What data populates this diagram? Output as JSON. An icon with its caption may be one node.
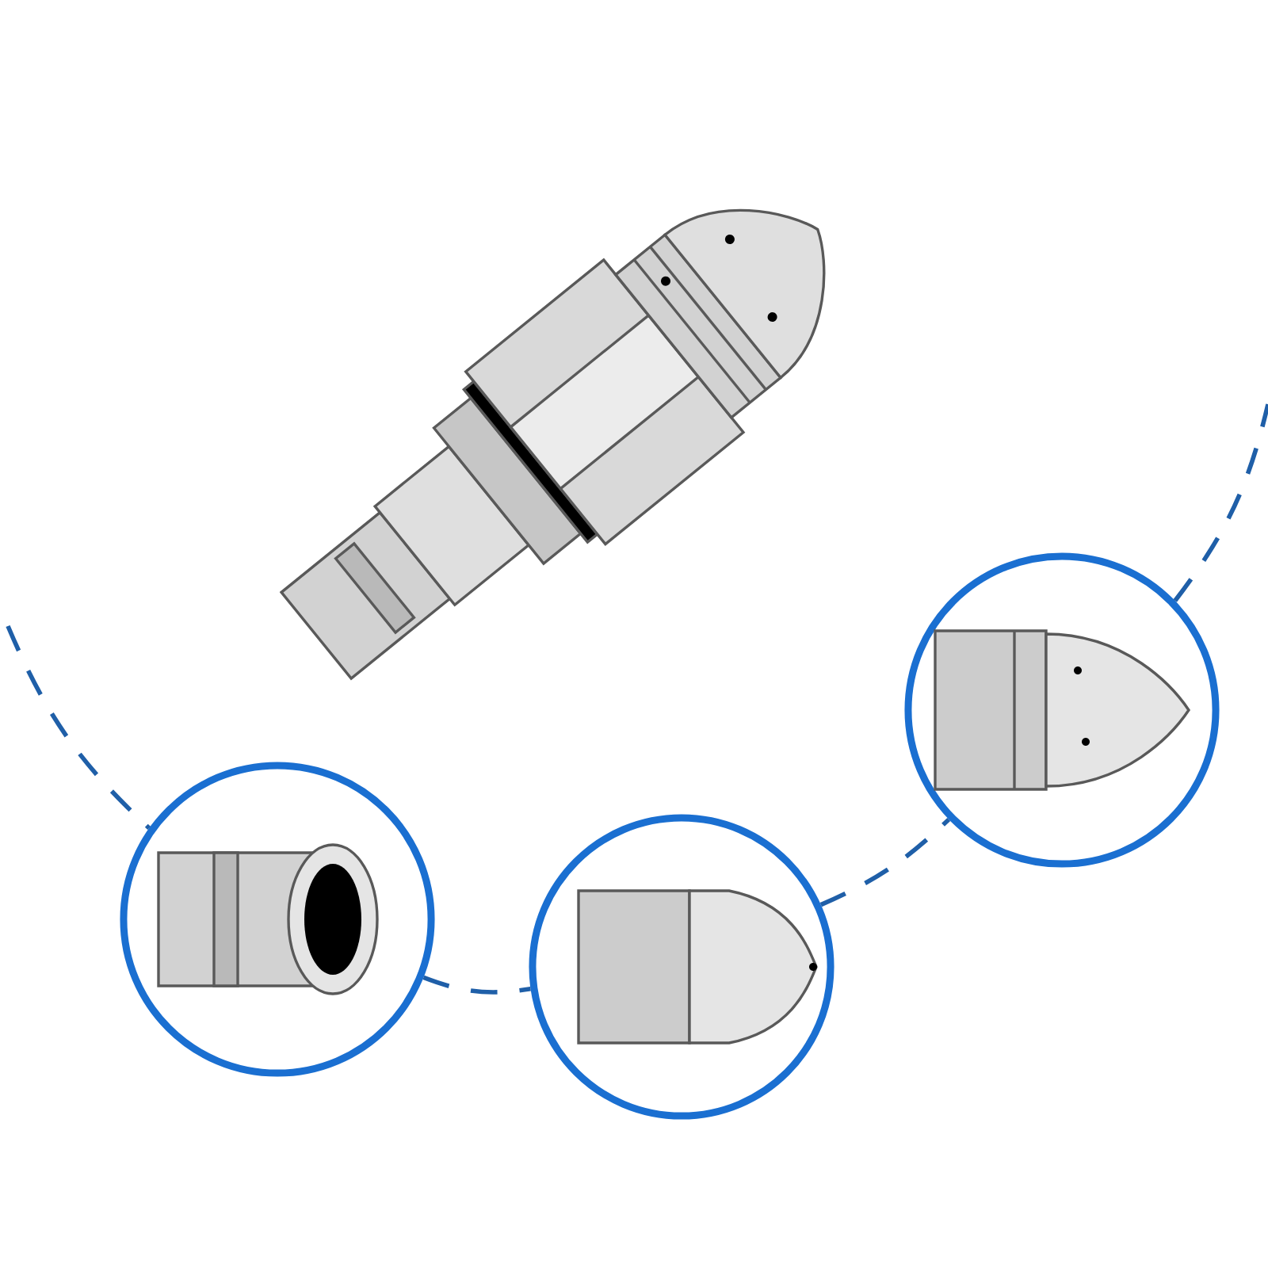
{
  "diagram": {
    "nodes": [
      {
        "text": [],
        "shape": "picture"
      },
      {
        "text": [],
        "shape": "picture"
      },
      {
        "text": [],
        "shape": "picture"
      },
      {
        "text": [],
        "shape": "picture"
      }
    ],
    "edges": [
      {
        "from": null,
        "to": 1,
        "arrow": "none",
        "style": "dashed",
        "color": "#1f5fa8"
      },
      {
        "from": 1,
        "to": 2,
        "arrow": "none",
        "style": "dashed",
        "color": "#1f5fa8"
      },
      {
        "from": 2,
        "to": 3,
        "arrow": "none",
        "style": "dashed",
        "color": "#1f5fa8"
      },
      {
        "from": 3,
        "to": null,
        "arrow": "none",
        "style": "dashed",
        "color": "#1f5fa8"
      }
    ]
  }
}
